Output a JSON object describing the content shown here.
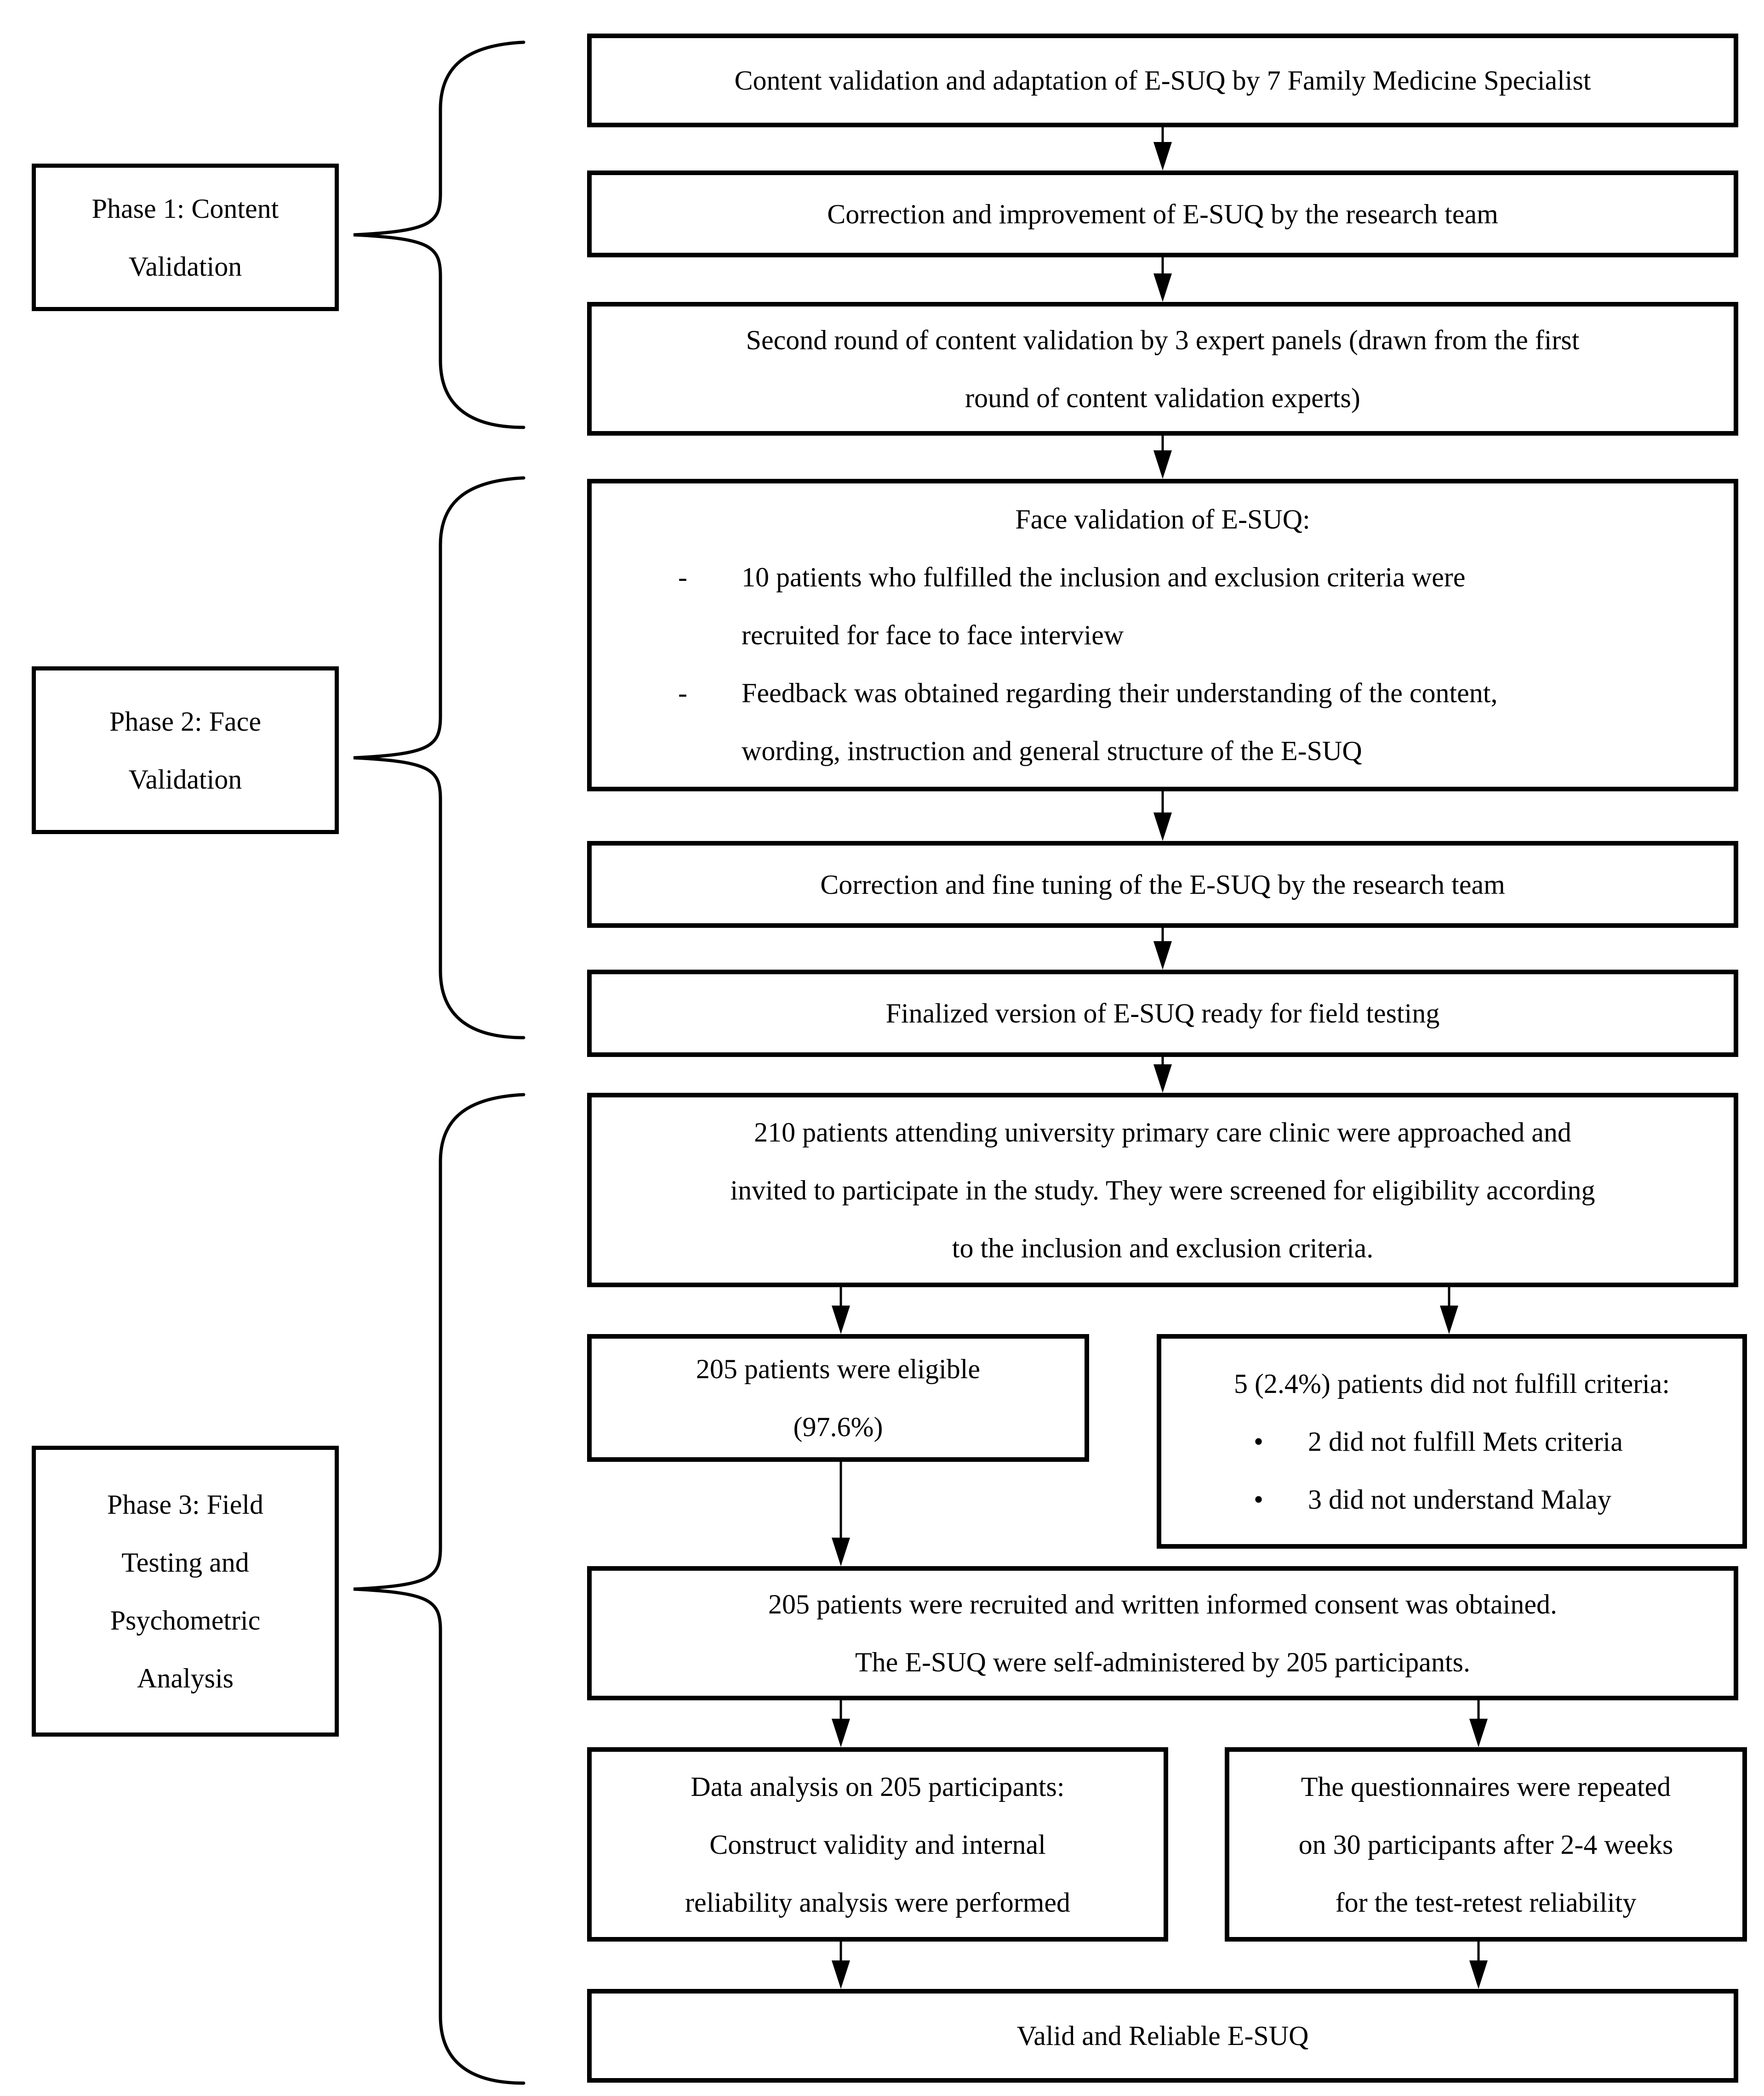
{
  "phases": {
    "phase1": {
      "label": "Phase 1: Content\nValidation"
    },
    "phase2": {
      "label": "Phase 2: Face\nValidation"
    },
    "phase3": {
      "label": "Phase 3: Field\nTesting and\nPsychometric\nAnalysis"
    }
  },
  "flow": {
    "content_validation": {
      "text": "Content validation and adaptation of E-SUQ by 7 Family Medicine Specialist"
    },
    "correction_improvement": {
      "text": "Correction and improvement of E-SUQ by the research team"
    },
    "second_round": {
      "text": "Second round of content validation by 3 expert panels (drawn from the first\nround of content validation experts)"
    },
    "face_validation": {
      "title": "Face validation of E-SUQ:",
      "bullets": [
        {
          "marker": "-",
          "text": "10 patients who fulfilled the inclusion and exclusion criteria were\nrecruited for face to face interview"
        },
        {
          "marker": "-",
          "text": "Feedback was obtained regarding their understanding of the content,\nwording, instruction and general structure of the E-SUQ"
        }
      ]
    },
    "correction_fine_tuning": {
      "text": "Correction and fine tuning of the E-SUQ by the research team"
    },
    "finalized_version": {
      "text": "Finalized version of E-SUQ ready for field testing"
    },
    "field_screening": {
      "text": "210 patients attending university primary care clinic were approached and\ninvited to participate in the study. They were screened for eligibility according\nto the inclusion and exclusion criteria."
    },
    "eligible": {
      "text": "205 patients were eligible\n(97.6%)"
    },
    "not_fulfill": {
      "title": "5 (2.4%) patients did not fulfill criteria:",
      "bullets": [
        {
          "marker": "•",
          "text": "2 did not fulfill Mets criteria"
        },
        {
          "marker": "•",
          "text": "3 did not understand Malay"
        }
      ]
    },
    "recruited": {
      "text": "205 patients were recruited and written informed consent was obtained.\nThe E-SUQ were self-administered by 205 participants."
    },
    "data_analysis": {
      "text": "Data analysis on 205 participants:\nConstruct validity and internal\nreliability analysis were performed"
    },
    "test_retest": {
      "text": "The questionnaires were repeated\non 30 participants after 2-4 weeks\nfor the test-retest reliability"
    },
    "valid_reliable": {
      "text": "Valid and Reliable E-SUQ"
    }
  }
}
